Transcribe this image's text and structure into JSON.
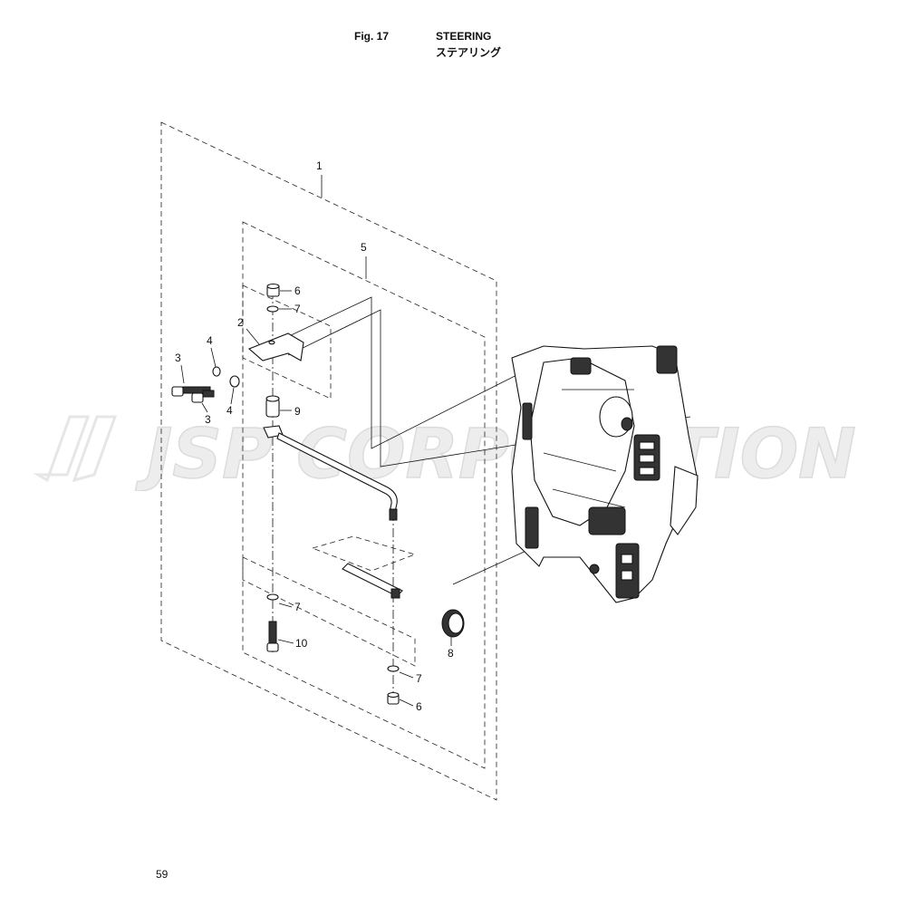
{
  "header": {
    "figure": "Fig. 17",
    "title": "STEERING",
    "title_jp": "ステアリング"
  },
  "page_number": "59",
  "watermark": "JSP CORPORATION",
  "callouts": [
    {
      "id": "c1",
      "label": "1"
    },
    {
      "id": "c5",
      "label": "5"
    },
    {
      "id": "c6a",
      "label": "6"
    },
    {
      "id": "c7a",
      "label": "7"
    },
    {
      "id": "c2",
      "label": "2"
    },
    {
      "id": "c4a",
      "label": "4"
    },
    {
      "id": "c3a",
      "label": "3"
    },
    {
      "id": "c3b",
      "label": "3"
    },
    {
      "id": "c4b",
      "label": "4"
    },
    {
      "id": "c9",
      "label": "9"
    },
    {
      "id": "c7b",
      "label": "7"
    },
    {
      "id": "c10",
      "label": "10"
    },
    {
      "id": "c8",
      "label": "8"
    },
    {
      "id": "c7c",
      "label": "7"
    },
    {
      "id": "c6b",
      "label": "6"
    }
  ]
}
